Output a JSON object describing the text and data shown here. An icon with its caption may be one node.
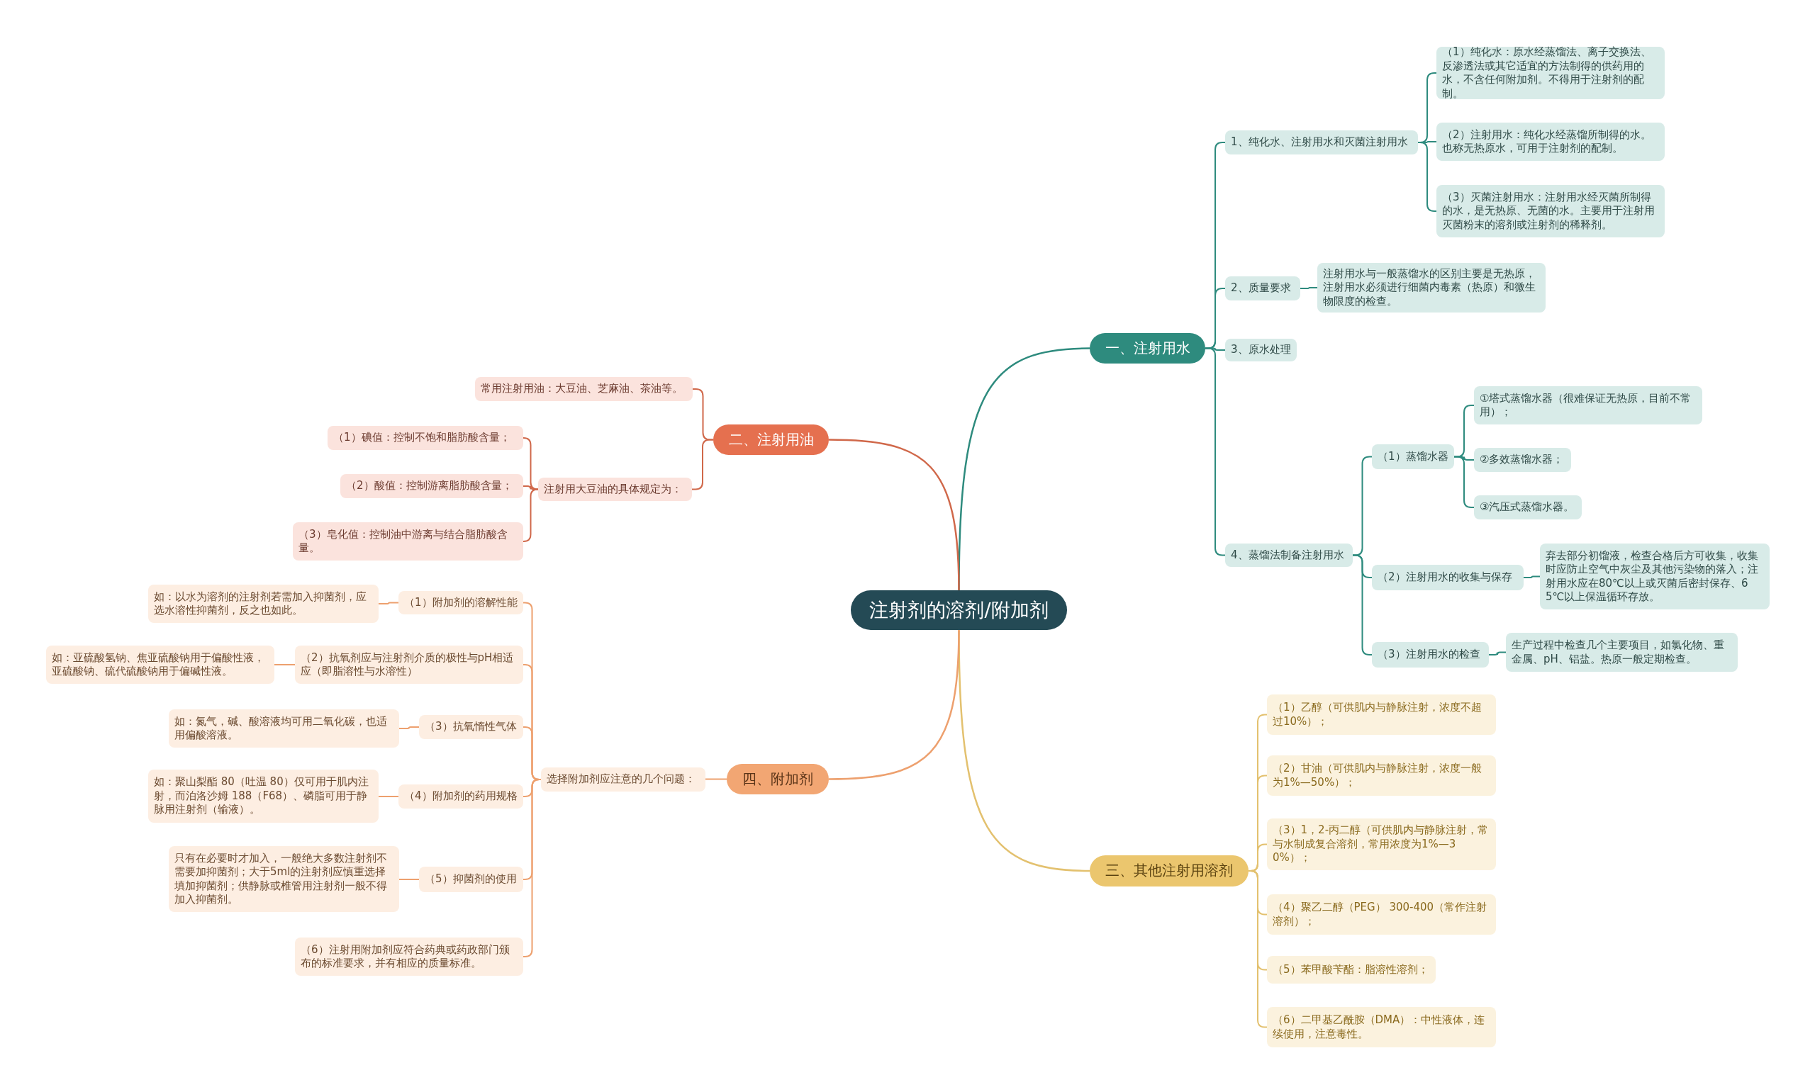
{
  "diagram": {
    "nodes": [
      {
        "text": [
          "注射剂的溶剂/附加剂"
        ]
      },
      {
        "text": [
          "一、注射用水"
        ]
      },
      {
        "text": [
          "1、纯化水、注射用水和灭菌注射用水"
        ]
      },
      {
        "text": [
          "（1）纯化水：原水经蒸馏法、离子交换法、反渗透法或其它适宜的方法制得的供药用的水，不含任何附加剂。不得用于注射剂的配制。"
        ]
      },
      {
        "text": [
          "（2）注射用水：纯化水经蒸馏所制得的水。也称无热原水，可用于注射剂的配制。"
        ]
      },
      {
        "text": [
          "（3）灭菌注射用水：注射用水经灭菌所制得的水，是无热原、无菌的水。主要用于注射用灭菌粉末的溶剂或注射剂的稀释剂。"
        ]
      },
      {
        "text": [
          "2、质量要求"
        ]
      },
      {
        "text": [
          "注射用水与一般蒸馏水的区别主要是无热原，注射用水必须进行细菌内毒素（热原）和微生物限度的检查。"
        ]
      },
      {
        "text": [
          "3、原水处理"
        ]
      },
      {
        "text": [
          "4、蒸馏法制备注射用水"
        ]
      },
      {
        "text": [
          "（1）蒸馏水器"
        ]
      },
      {
        "text": [
          "①塔式蒸馏水器（很难保证无热原，目前不常用）；"
        ]
      },
      {
        "text": [
          "②多效蒸馏水器；"
        ]
      },
      {
        "text": [
          "③汽压式蒸馏水器。"
        ]
      },
      {
        "text": [
          "（2）注射用水的收集与保存"
        ]
      },
      {
        "text": [
          "弃去部分初馏液，检查合格后方可收集，收集时应防止空气中灰尘及其他污染物的落入；注射用水应在80℃以上或灭菌后密封保存、65℃以上保温循环存放。"
        ]
      },
      {
        "text": [
          "（3）注射用水的检查"
        ]
      },
      {
        "text": [
          "生产过程中检查几个主要项目，如氯化物、重金属、pH、铝盐。热原一般定期检查。"
        ]
      },
      {
        "text": [
          "三、其他注射用溶剂"
        ]
      },
      {
        "text": [
          "（1）乙醇（可供肌内与静脉注射，浓度不超过10%）；"
        ]
      },
      {
        "text": [
          "（2）甘油（可供肌内与静脉注射，浓度一般为1%—50%）；"
        ]
      },
      {
        "text": [
          "（3）1，2-丙二醇（可供肌内与静脉注射，常与水制成复合溶剂，常用浓度为1%—30%）；"
        ]
      },
      {
        "text": [
          "（4）聚乙二醇（PEG） 300-400（常作注射溶剂）；"
        ]
      },
      {
        "text": [
          "（5）苯甲酸苄酯：脂溶性溶剂；"
        ]
      },
      {
        "text": [
          "（6）二甲基乙酰胺（DMA）：中性液体，连续使用，注意毒性。"
        ]
      },
      {
        "text": [
          "二、注射用油"
        ]
      },
      {
        "text": [
          "常用注射用油：大豆油、芝麻油、茶油等。"
        ]
      },
      {
        "text": [
          "注射用大豆油的具体规定为："
        ]
      },
      {
        "text": [
          "（1）碘值：控制不饱和脂肪酸含量；"
        ]
      },
      {
        "text": [
          "（2）酸值：控制游离脂肪酸含量；"
        ]
      },
      {
        "text": [
          "（3）皂化值：控制油中游离与结合脂肪酸含量。"
        ]
      },
      {
        "text": [
          "四、附加剂"
        ]
      },
      {
        "text": [
          "选择附加剂应注意的几个问题："
        ]
      },
      {
        "text": [
          "（1）附加剂的溶解性能"
        ]
      },
      {
        "text": [
          "如：以水为溶剂的注射剂若需加入抑菌剂，应选水溶性抑菌剂，反之也如此。"
        ]
      },
      {
        "text": [
          "（2）抗氧剂应与注射剂介质的极性与pH相适应（即脂溶性与水溶性）"
        ]
      },
      {
        "text": [
          "如：亚硫酸氢钠、焦亚硫酸钠用于偏酸性液，亚硫酸钠、硫代硫酸钠用于偏碱性液。"
        ]
      },
      {
        "text": [
          "（3）抗氧惰性气体"
        ]
      },
      {
        "text": [
          "如：氮气，碱、酸溶液均可用二氧化碳，也适用偏酸溶液。"
        ]
      },
      {
        "text": [
          "（4）附加剂的药用规格"
        ]
      },
      {
        "text": [
          "如：聚山梨酯 80（吐温 80）仅可用于肌内注射，而泊洛沙姆 188（F68）、磷脂可用于静脉用注射剂（输液）。"
        ]
      },
      {
        "text": [
          "（5）抑菌剂的使用"
        ]
      },
      {
        "text": [
          "只有在必要时才加入，一般绝大多数注射剂不需要加抑菌剂；大于5ml的注射剂应慎重选择填加抑菌剂；供静脉或椎管用注射剂一般不得加入抑菌剂。"
        ]
      },
      {
        "text": [
          "（6）注射用附加剂应符合药典或药政部门颁布的标准要求，并有相应的质量标准。"
        ]
      }
    ],
    "edges": [
      {
        "from": 0,
        "to": 1,
        "arrow": "none"
      },
      {
        "from": 1,
        "to": 2,
        "arrow": "none"
      },
      {
        "from": 2,
        "to": 3,
        "arrow": "none"
      },
      {
        "from": 2,
        "to": 4,
        "arrow": "none"
      },
      {
        "from": 2,
        "to": 5,
        "arrow": "none"
      },
      {
        "from": 1,
        "to": 6,
        "arrow": "none"
      },
      {
        "from": 6,
        "to": 7,
        "arrow": "none"
      },
      {
        "from": 1,
        "to": 8,
        "arrow": "none"
      },
      {
        "from": 1,
        "to": 9,
        "arrow": "none"
      },
      {
        "from": 9,
        "to": 10,
        "arrow": "none"
      },
      {
        "from": 10,
        "to": 11,
        "arrow": "none"
      },
      {
        "from": 10,
        "to": 12,
        "arrow": "none"
      },
      {
        "from": 10,
        "to": 13,
        "arrow": "none"
      },
      {
        "from": 9,
        "to": 14,
        "arrow": "none"
      },
      {
        "from": 14,
        "to": 15,
        "arrow": "none"
      },
      {
        "from": 9,
        "to": 16,
        "arrow": "none"
      },
      {
        "from": 16,
        "to": 17,
        "arrow": "none"
      },
      {
        "from": 0,
        "to": 18,
        "arrow": "none",
        "color": "#e3c16f"
      },
      {
        "from": 18,
        "to": 19,
        "arrow": "none",
        "color": "#e3c16f"
      },
      {
        "from": 18,
        "to": 20,
        "arrow": "none",
        "color": "#e3c16f"
      },
      {
        "from": 18,
        "to": 21,
        "arrow": "none",
        "color": "#e3c16f"
      },
      {
        "from": 18,
        "to": 22,
        "arrow": "none",
        "color": "#e3c16f"
      },
      {
        "from": 18,
        "to": 23,
        "arrow": "none",
        "color": "#e3c16f"
      },
      {
        "from": 18,
        "to": 24,
        "arrow": "none",
        "color": "#e3c16f"
      },
      {
        "from": 0,
        "to": 25,
        "arrow": "none",
        "color": "#d0684a"
      },
      {
        "from": 25,
        "to": 26,
        "arrow": "none",
        "color": "#d0684a"
      },
      {
        "from": 25,
        "to": 27,
        "arrow": "none",
        "color": "#d0684a"
      },
      {
        "from": 27,
        "to": 28,
        "arrow": "none",
        "color": "#d0684a"
      },
      {
        "from": 27,
        "to": 29,
        "arrow": "none",
        "color": "#d0684a"
      },
      {
        "from": 27,
        "to": 30,
        "arrow": "none",
        "color": "#d0684a"
      },
      {
        "from": 0,
        "to": 31,
        "arrow": "none",
        "color": "#eda06e"
      },
      {
        "from": 31,
        "to": 32,
        "arrow": "none",
        "color": "#eda06e"
      },
      {
        "from": 32,
        "to": 33,
        "arrow": "none",
        "color": "#eda06e"
      },
      {
        "from": 33,
        "to": 34,
        "arrow": "none",
        "color": "#eda06e"
      },
      {
        "from": 32,
        "to": 35,
        "arrow": "none",
        "color": "#eda06e"
      },
      {
        "from": 35,
        "to": 36,
        "arrow": "none",
        "color": "#eda06e"
      },
      {
        "from": 32,
        "to": 37,
        "arrow": "none",
        "color": "#eda06e"
      },
      {
        "from": 37,
        "to": 38,
        "arrow": "none",
        "color": "#eda06e"
      },
      {
        "from": 32,
        "to": 39,
        "arrow": "none",
        "color": "#eda06e"
      },
      {
        "from": 39,
        "to": 40,
        "arrow": "none",
        "color": "#eda06e"
      },
      {
        "from": 32,
        "to": 41,
        "arrow": "none",
        "color": "#eda06e"
      },
      {
        "from": 41,
        "to": 42,
        "arrow": "none",
        "color": "#eda06e"
      },
      {
        "from": 32,
        "to": 43,
        "arrow": "none",
        "color": "#eda06e"
      }
    ]
  }
}
